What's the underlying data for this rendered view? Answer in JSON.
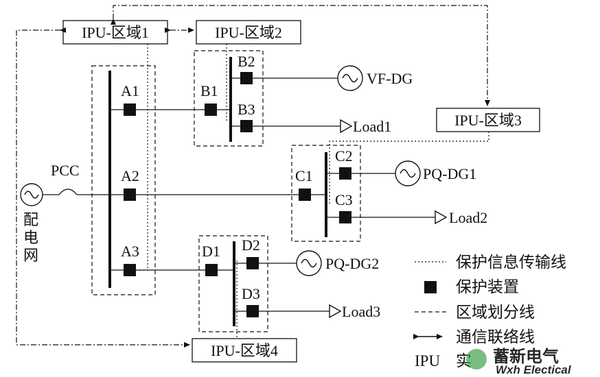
{
  "ipu": {
    "zone1": "IPU-区域1",
    "zone2": "IPU-区域2",
    "zone3": "IPU-区域3",
    "zone4": "IPU-区域4"
  },
  "grid": {
    "pcc": "PCC",
    "line1": "配",
    "line2": "电",
    "line3": "网"
  },
  "nodes": {
    "a1": "A1",
    "a2": "A2",
    "a3": "A3",
    "b1": "B1",
    "b2": "B2",
    "b3": "B3",
    "c1": "C1",
    "c2": "C2",
    "c3": "C3",
    "d1": "D1",
    "d2": "D2",
    "d3": "D3"
  },
  "devices": {
    "vf_dg": "VF-DG",
    "pq_dg1": "PQ-DG1",
    "pq_dg2": "PQ-DG2",
    "load1": "Load1",
    "load2": "Load2",
    "load3": "Load3"
  },
  "legend": {
    "info_line": "保护信息传输线",
    "protection_device": "保护装置",
    "zone_line": "区域划分线",
    "comm_line": "通信联络线",
    "ipu_partial": "IPU",
    "partial_char": "实"
  },
  "watermark": {
    "cn": "蓄新电气",
    "en": "Wxh Electical"
  },
  "colors": {
    "ink": "#111111",
    "watermark_blue": "#1f6fbf",
    "watermark_green": "#3aa043"
  }
}
